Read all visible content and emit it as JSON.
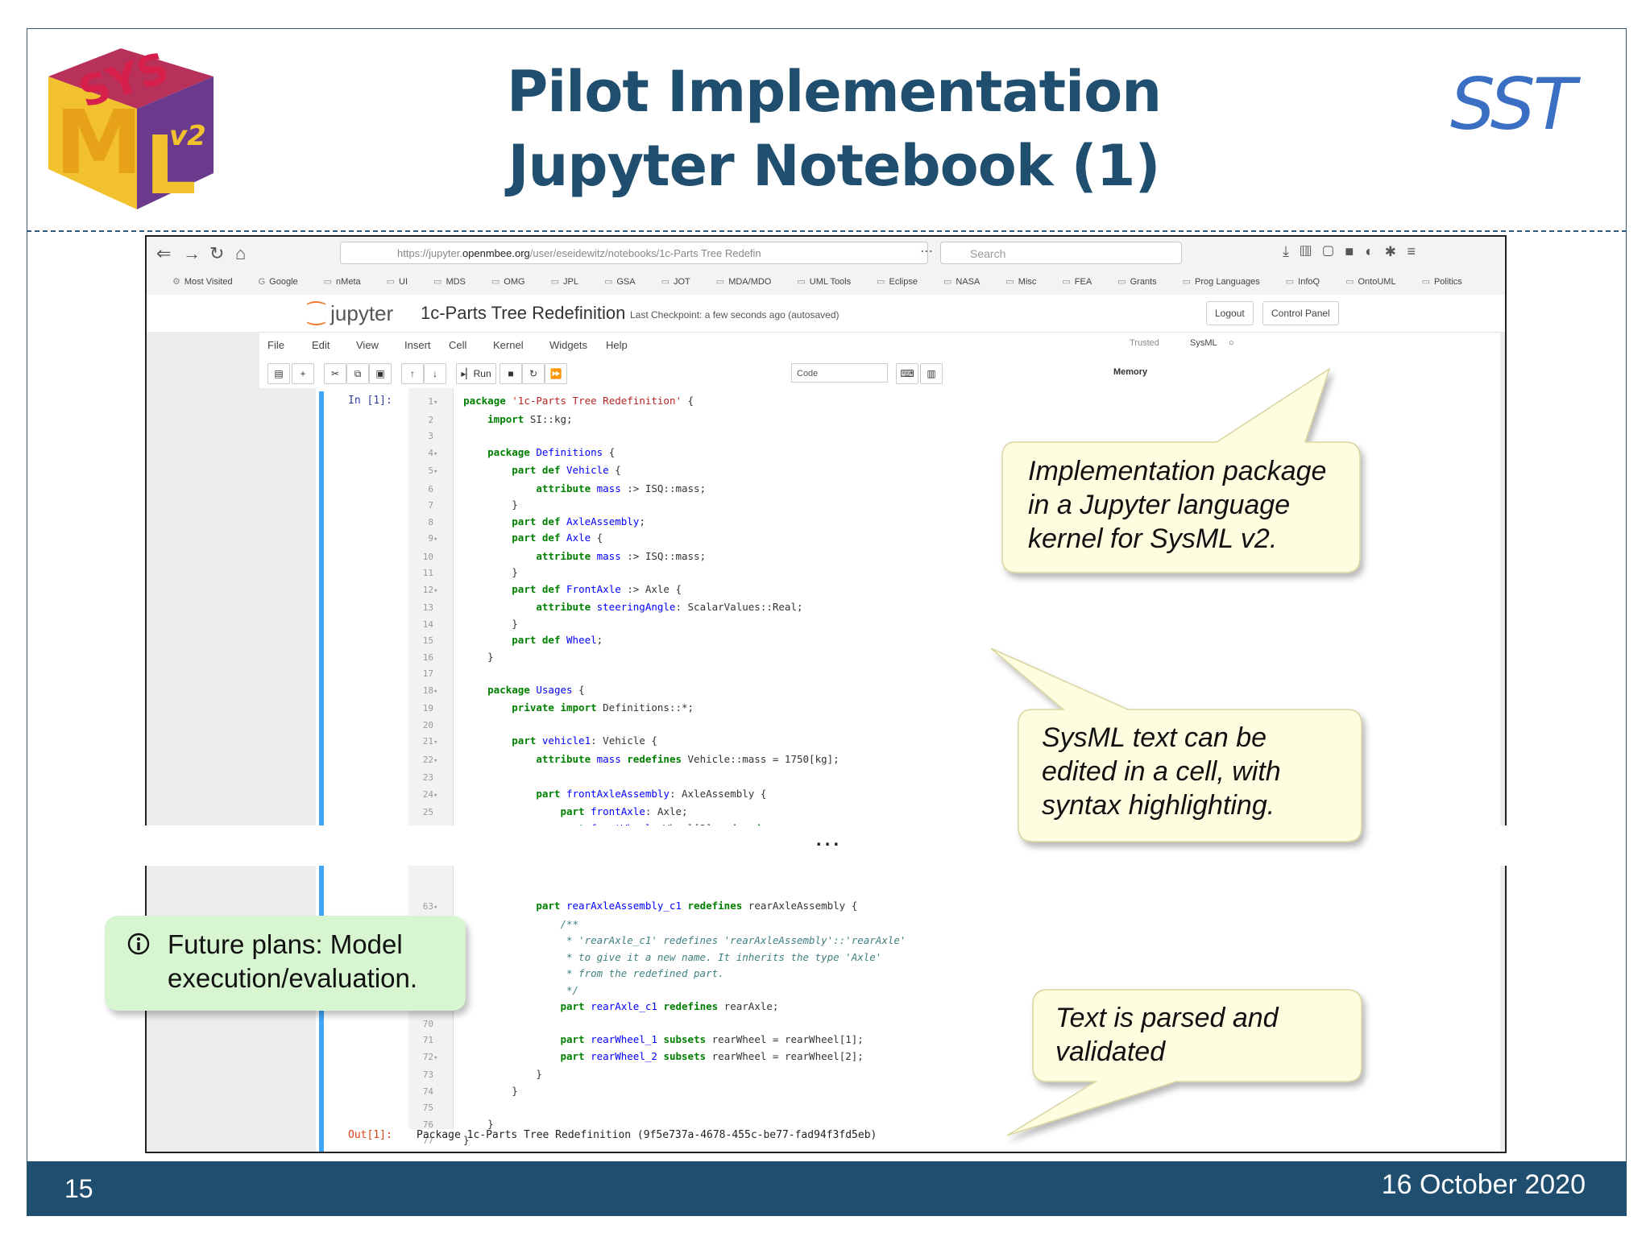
{
  "slide": {
    "title_line1": "Pilot Implementation",
    "title_line2": "Jupyter Notebook (1)",
    "logo_left_text": "SYSML v2",
    "logo_right_text": "SST",
    "page_number": "15",
    "date": "16 October 2020"
  },
  "browser": {
    "url_prefix": "https://jupyter.",
    "url_domain": "openmbee.org",
    "url_path": "/user/eseidewitz/notebooks/1c-Parts Tree Redefin",
    "search_placeholder": "Search",
    "bookmarks": [
      "Most Visited",
      "Google",
      "nMeta",
      "UI",
      "MDS",
      "OMG",
      "JPL",
      "GSA",
      "JOT",
      "MDA/MDO",
      "UML Tools",
      "Eclipse",
      "NASA",
      "Misc",
      "FEA",
      "Grants",
      "Prog Languages",
      "InfoQ",
      "OntoUML",
      "Politics"
    ]
  },
  "jupyter": {
    "logo": "jupyter",
    "notebook_title": "1c-Parts Tree Redefinition",
    "checkpoint": "Last Checkpoint: a few seconds ago  (autosaved)",
    "logout": "Logout",
    "control_panel": "Control Panel",
    "menu": [
      "File",
      "Edit",
      "View",
      "Insert",
      "Cell",
      "Kernel",
      "Widgets",
      "Help"
    ],
    "trusted": "Trusted",
    "kernel": "SysML",
    "run_label": "Run",
    "cell_type": "Code",
    "memory": "Memory",
    "in_prompt": "In [1]:",
    "out_prompt": "Out[1]:",
    "output": "Package 1c-Parts Tree Redefinition (9f5e737a-4678-455c-be77-fad94f3fd5eb)"
  },
  "callouts": {
    "implementation": [
      "Implementation package",
      "in a Jupyter language",
      "kernel for SysML v2."
    ],
    "editing": [
      "SysML text can be",
      "edited in a cell, with",
      "syntax highlighting."
    ],
    "parsing": [
      "Text is parsed and",
      "validated"
    ],
    "future_plans": "Future plans: Model execution/evaluation."
  },
  "ellipsis": "…",
  "colors": {
    "title": "#1f4e6e",
    "footer": "#1f4e6e",
    "sst": "#3a6fc4",
    "callout_fill": "#fffde0",
    "note_fill": "#d6f5d0",
    "cell_bar": "#42a5f5"
  }
}
